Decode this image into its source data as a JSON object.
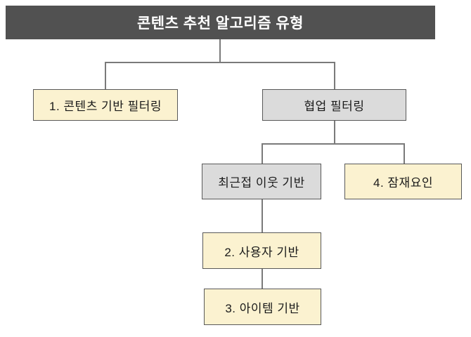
{
  "diagram_title": "콘텐츠 추천 알고리즘 유형",
  "colors": {
    "header_bg": "#515151",
    "header_text": "#ffffff",
    "yellow_fill": "#fbf2d0",
    "gray_fill": "#dbdbdb",
    "node_border": "#595959",
    "connector": "#7a7a7a",
    "text": "#1a1a1a",
    "background": "#ffffff"
  },
  "nodes": {
    "root": {
      "label": "콘텐츠 추천 알고리즘 유형",
      "style": "header"
    },
    "content_based": {
      "label": "1. 콘텐츠 기반 필터링",
      "style": "yellow"
    },
    "collaborative": {
      "label": "협업 필터링",
      "style": "gray"
    },
    "nearest_neighbor": {
      "label": "최근접 이웃 기반",
      "style": "gray"
    },
    "latent_factor": {
      "label": "4. 잠재요인",
      "style": "yellow"
    },
    "user_based": {
      "label": "2. 사용자 기반",
      "style": "yellow"
    },
    "item_based": {
      "label": "3. 아이템 기반",
      "style": "yellow"
    }
  },
  "edges": [
    {
      "from": "root",
      "to": "content_based"
    },
    {
      "from": "root",
      "to": "collaborative"
    },
    {
      "from": "collaborative",
      "to": "nearest_neighbor"
    },
    {
      "from": "collaborative",
      "to": "latent_factor"
    },
    {
      "from": "nearest_neighbor",
      "to": "user_based"
    },
    {
      "from": "user_based",
      "to": "item_based"
    }
  ]
}
